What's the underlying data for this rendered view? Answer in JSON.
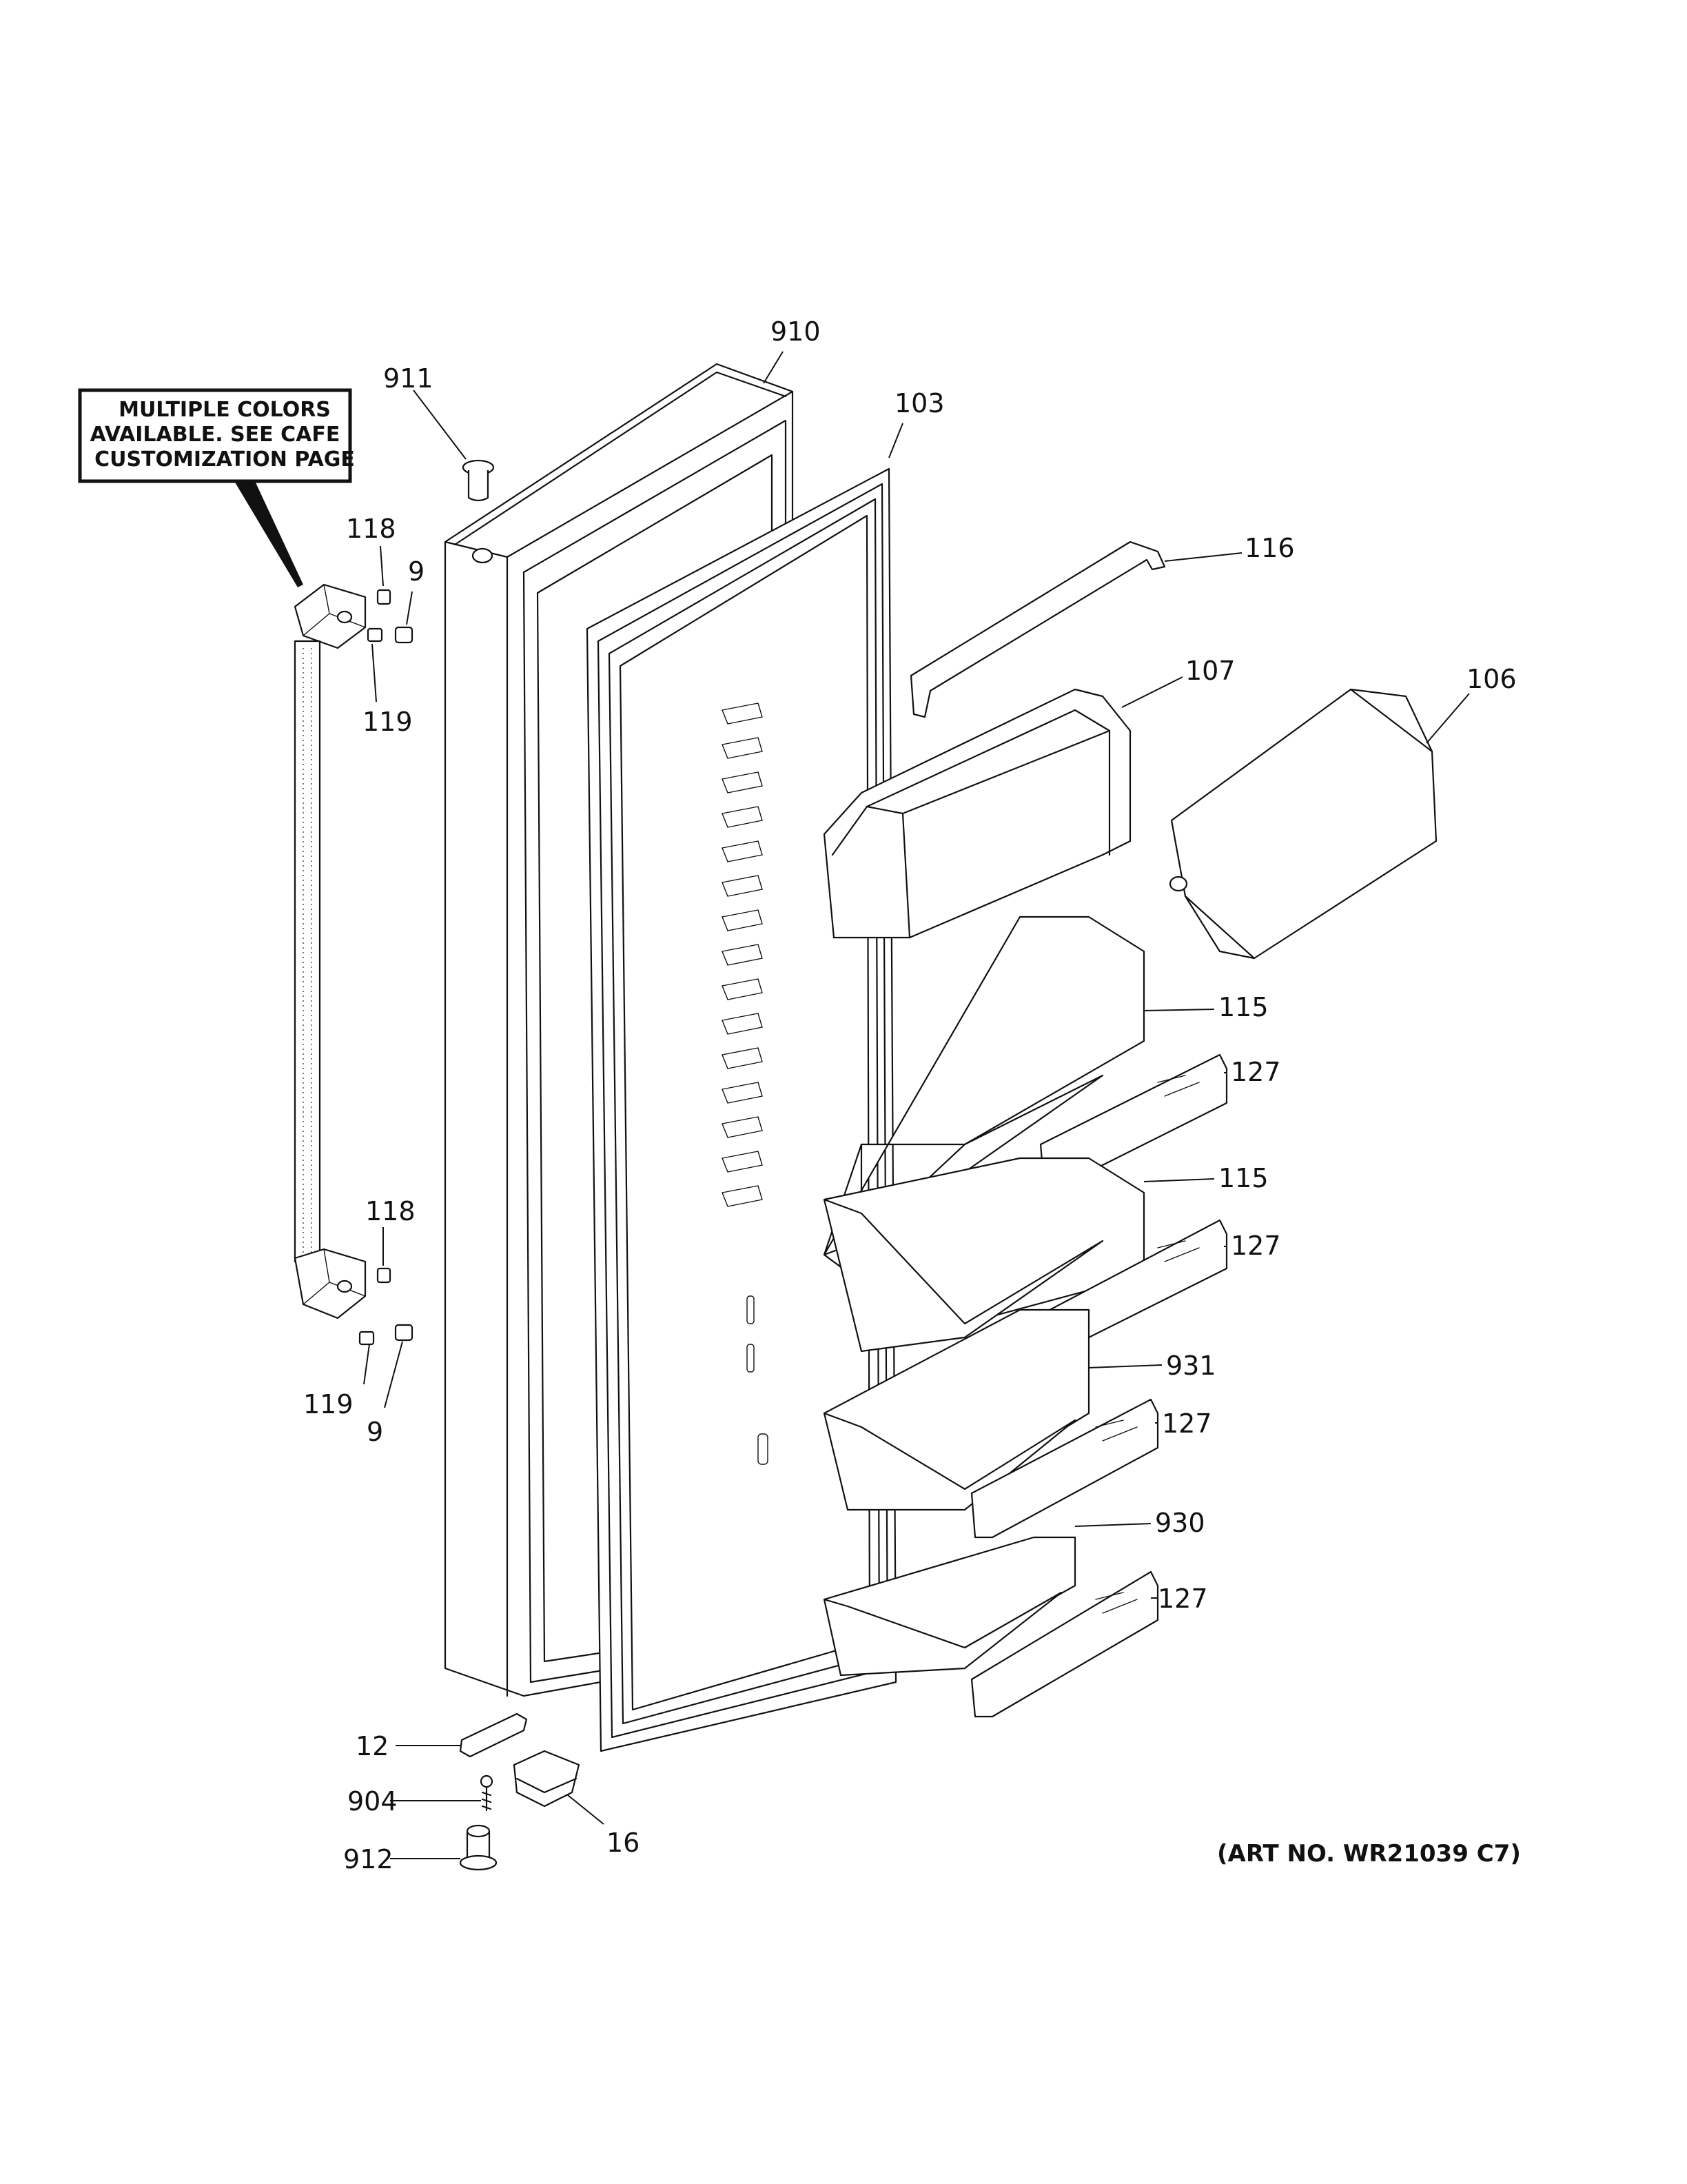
{
  "note": {
    "lines": [
      "MULTIPLE COLORS",
      "AVAILABLE. SEE CAFE",
      "CUSTOMIZATION PAGE"
    ]
  },
  "callouts": {
    "c910": "910",
    "c911": "911",
    "c103": "103",
    "c116": "116",
    "c107": "107",
    "c106": "106",
    "c118_top": "118",
    "c9_top": "9",
    "c119_top": "119",
    "c115_a": "115",
    "c127_a": "127",
    "c115_b": "115",
    "c127_b": "127",
    "c931": "931",
    "c127_c": "127",
    "c930": "930",
    "c127_d": "127",
    "c118_bot": "118",
    "c119_bot": "119",
    "c9_bot": "9",
    "c12": "12",
    "c904": "904",
    "c16": "16",
    "c912": "912"
  },
  "art_number": "(ART NO. WR21039 C7)"
}
